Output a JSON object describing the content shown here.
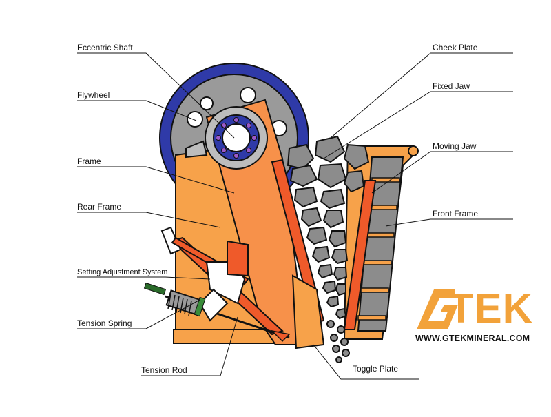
{
  "labels": {
    "eccentric_shaft": "Eccentric Shaft",
    "flywheel": "Flywheel",
    "frame": "Frame",
    "rear_frame": "Rear Frame",
    "setting_adjustment_system": "Setting Adjustment System",
    "tension_spring": "Tension Spring",
    "tension_rod": "Tension Rod",
    "cheek_plate": "Cheek Plate",
    "fixed_jaw": "Fixed Jaw",
    "moving_jaw": "Moving Jaw",
    "front_frame": "Front Frame",
    "toggle_plate": "Toggle Plate"
  },
  "brand": {
    "logo_text": "TEK",
    "logo_mark_letter": "G",
    "website": "WWW.GTEKMINERAL.COM",
    "color": "#f2a23a"
  },
  "colors": {
    "frame_orange": "#f7a24a",
    "jaw_red": "#ef5a2a",
    "flywheel_blue": "#2f3aa8",
    "flywheel_grey": "#9a9a9a",
    "rock_grey": "#8c8c8c",
    "shaft_purple": "#9b59c9"
  }
}
